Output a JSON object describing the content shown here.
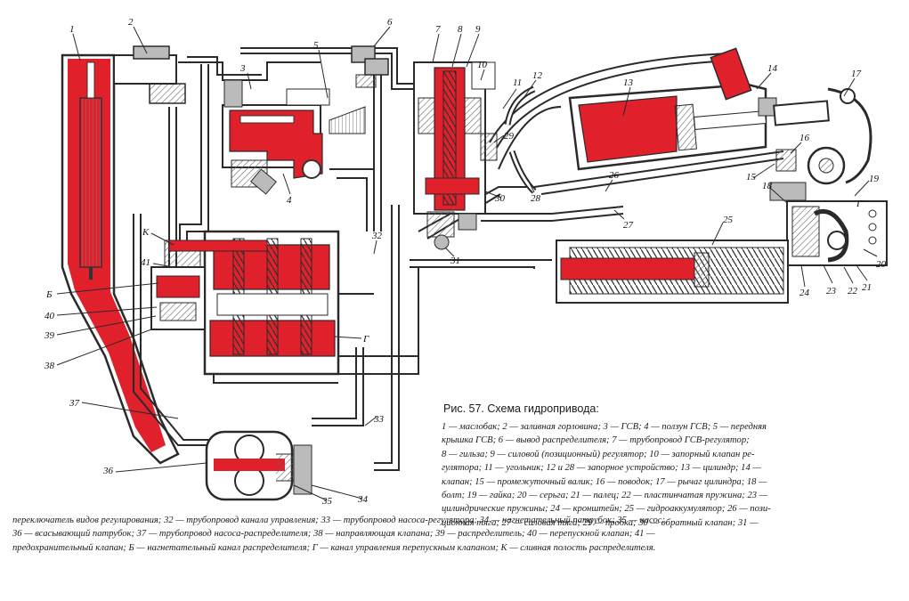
{
  "figure": {
    "title": "Рис. 57. Схема гидропривода:",
    "legend_lines_right": [
      "1 — маслобак; 2 — заливная горловина; 3 — ГСВ; 4 — ползун ГСВ; 5 — передняя",
      "крышка ГСВ; 6 — вывод распределителя; 7 — трубопровод ГСВ-регулятор;",
      "8 — гильза; 9 — силовой (позиционный) регулятор; 10 — запорный клапан ре-",
      "гулятора; 11 — угольник; 12 и 28 — запорное устройство; 13 — цилиндр; 14 —",
      "клапан; 15 — промежуточный валик; 16 — поводок; 17 — рычаг цилиндра; 18 —",
      "болт; 19 — гайка; 20 — серьга; 21 — палец; 22 — пластинчатая пружина; 23 —",
      "цилиндрические пружины; 24 — кронштейн; 25 — гидроаккумулятор; 26 — пози-",
      "ционная тяга; 27 — силовая тяга; 29 — пробка; 30 — обратный клапан; 31 —"
    ],
    "legend_lines_full": [
      "переключатель видов регулирования; 32 — трубопровод канала управления; 33 — трубопровод насоса-регулятора; 34 — нагнетательный патрубок; 35 — насос;",
      "36 — всасывающий патрубок; 37 — трубопровод насоса-распределителя; 38 — направляющая клапана; 39 — распределитель; 40 — перепускной клапан; 41 —",
      "предохранительный клапан; Б — нагнетательный канал распределителя; Г — канал управления перепускным клапаном; К — сливная полость распределителя."
    ]
  },
  "labels": [
    {
      "id": "l1",
      "text": "1"
    },
    {
      "id": "l2",
      "text": "2"
    },
    {
      "id": "l3",
      "text": "3"
    },
    {
      "id": "l4",
      "text": "4"
    },
    {
      "id": "l5",
      "text": "5"
    },
    {
      "id": "l6",
      "text": "6"
    },
    {
      "id": "l7",
      "text": "7"
    },
    {
      "id": "l8",
      "text": "8"
    },
    {
      "id": "l9",
      "text": "9"
    },
    {
      "id": "l10",
      "text": "10"
    },
    {
      "id": "l11",
      "text": "11"
    },
    {
      "id": "l12",
      "text": "12"
    },
    {
      "id": "l13",
      "text": "13"
    },
    {
      "id": "l14",
      "text": "14"
    },
    {
      "id": "l15",
      "text": "15"
    },
    {
      "id": "l16",
      "text": "16"
    },
    {
      "id": "l17",
      "text": "17"
    },
    {
      "id": "l18",
      "text": "18"
    },
    {
      "id": "l19",
      "text": "19"
    },
    {
      "id": "l20",
      "text": "20"
    },
    {
      "id": "l21",
      "text": "21"
    },
    {
      "id": "l22",
      "text": "22"
    },
    {
      "id": "l23",
      "text": "23"
    },
    {
      "id": "l24",
      "text": "24"
    },
    {
      "id": "l25",
      "text": "25"
    },
    {
      "id": "l26",
      "text": "26"
    },
    {
      "id": "l27",
      "text": "27"
    },
    {
      "id": "l28",
      "text": "28"
    },
    {
      "id": "l29",
      "text": "29"
    },
    {
      "id": "l30",
      "text": "30"
    },
    {
      "id": "l31",
      "text": "31"
    },
    {
      "id": "l32",
      "text": "32"
    },
    {
      "id": "l33",
      "text": "33"
    },
    {
      "id": "l34",
      "text": "34"
    },
    {
      "id": "l35",
      "text": "35"
    },
    {
      "id": "l36",
      "text": "36"
    },
    {
      "id": "l37",
      "text": "37"
    },
    {
      "id": "l38",
      "text": "38"
    },
    {
      "id": "l39",
      "text": "39"
    },
    {
      "id": "l40",
      "text": "40"
    },
    {
      "id": "l41",
      "text": "41"
    },
    {
      "id": "lK",
      "text": "К"
    },
    {
      "id": "lB",
      "text": "Б"
    },
    {
      "id": "lG1",
      "text": "Г"
    },
    {
      "id": "lG2",
      "text": "Г"
    }
  ],
  "colors": {
    "oil_red": "#e0202a",
    "ink": "#2a2a2a",
    "hatch": "#555555",
    "paper": "#ffffff"
  }
}
